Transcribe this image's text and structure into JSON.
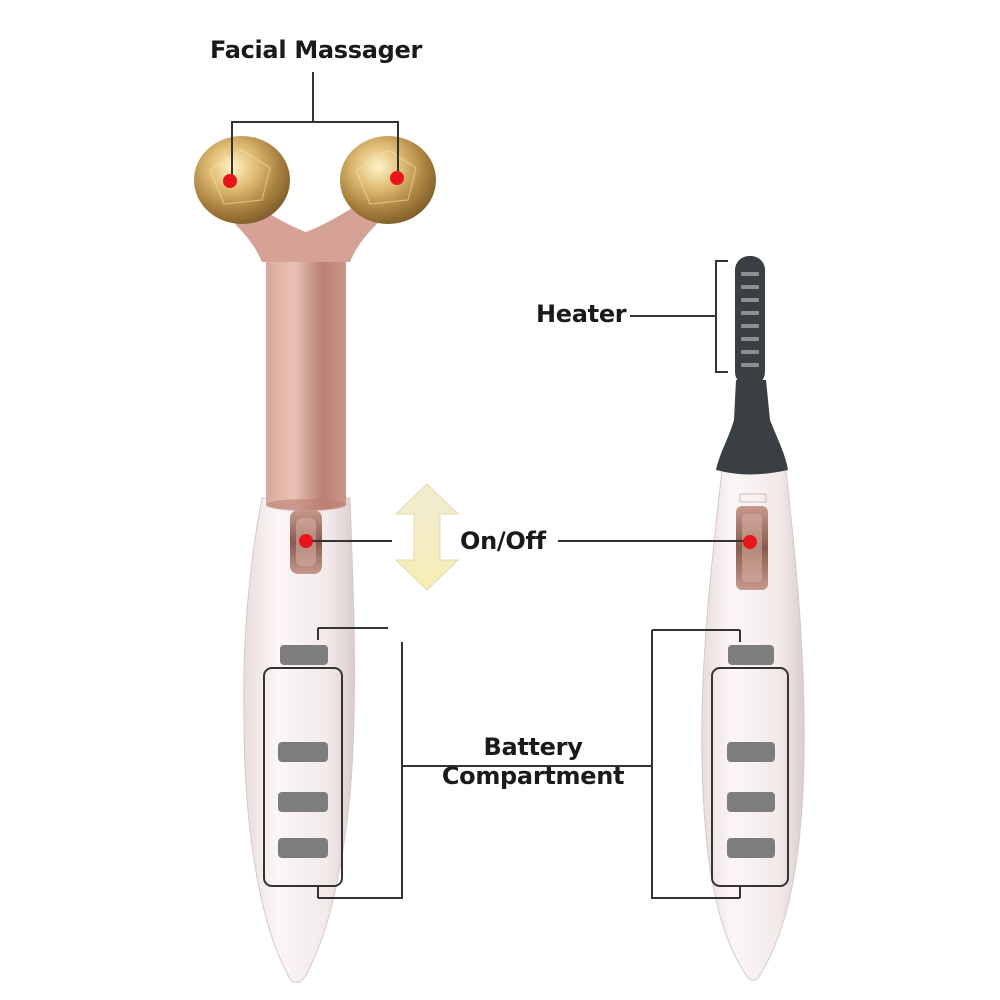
{
  "labels": {
    "facial_massager": "Facial Massager",
    "heater": "Heater",
    "on_off": "On/Off",
    "battery_line1": "Battery",
    "battery_line2": "Compartment"
  },
  "colors": {
    "background": "#ffffff",
    "callout_line": "#333333",
    "marker_dot": "#e8151b",
    "handle_rose_gold": "#c99587",
    "roller_gold": "#c7a15c",
    "device_body": "#f4ecec",
    "heater_comb": "#3a3f44",
    "battery_cell": "#7d7d7d",
    "arrow_fill": "#f3ecc6"
  },
  "icons": {
    "double_arrow": "up-down-arrow-icon",
    "marker": "red-dot-marker"
  }
}
